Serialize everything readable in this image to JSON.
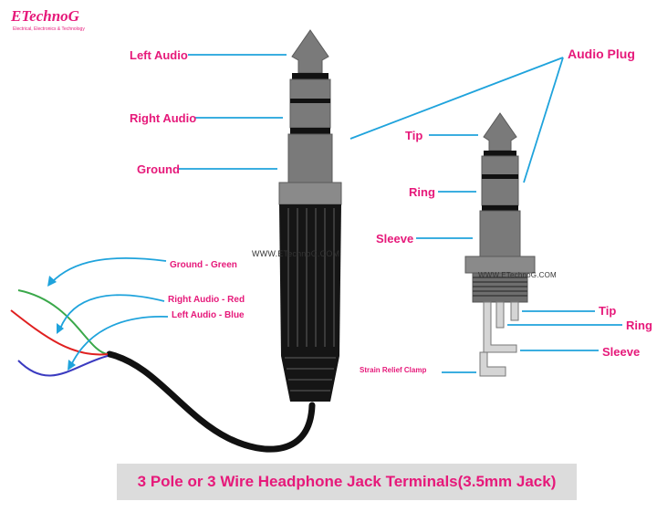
{
  "logo": {
    "main": "ETechnoG",
    "sub": "Electrical, Electronics & Technology"
  },
  "labels": {
    "left_audio": "Left Audio",
    "right_audio": "Right Audio",
    "ground": "Ground",
    "audio_plug": "Audio Plug",
    "tip": "Tip",
    "ring": "Ring",
    "sleeve": "Sleeve",
    "ground_green": "Ground - Green",
    "right_audio_red": "Right Audio - Red",
    "left_audio_blue": "Left Audio - Blue",
    "tip2": "Tip",
    "ring2": "Ring",
    "sleeve2": "Sleeve",
    "strain_relief": "Strain Relief Clamp"
  },
  "watermark": {
    "main": "WWW.ETechnoG.COM",
    "small": "WWW.ETechnoG.COM"
  },
  "caption": "3 Pole or 3 Wire Headphone Jack Terminals(3.5mm Jack)",
  "colors": {
    "label": "#e6197a",
    "leader": "#1fa3dc",
    "plug_grey": "#7a7a7a",
    "insulator": "#111111",
    "wire_green": "#3aa84a",
    "wire_red": "#e02020",
    "wire_blue": "#3a3ac0"
  }
}
